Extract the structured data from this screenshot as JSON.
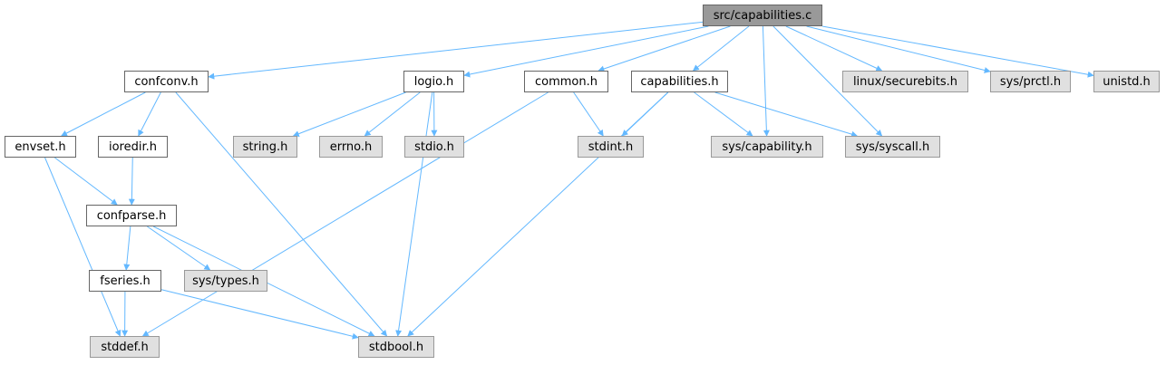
{
  "colors": {
    "edge": "#63b8ff",
    "root_fill": "#999999",
    "local_fill": "#ffffff",
    "system_fill": "#e0e0e0",
    "local_border": "#666666",
    "system_border": "#999999"
  },
  "nodes": {
    "root": "src/capabilities.c",
    "confconv": "confconv.h",
    "logio": "logio.h",
    "common": "common.h",
    "capabilities": "capabilities.h",
    "securebits": "linux/securebits.h",
    "prctl": "sys/prctl.h",
    "unistd": "unistd.h",
    "envset": "envset.h",
    "ioredir": "ioredir.h",
    "string": "string.h",
    "errno": "errno.h",
    "stdio": "stdio.h",
    "stdint": "stdint.h",
    "capability": "sys/capability.h",
    "syscall": "sys/syscall.h",
    "confparse": "confparse.h",
    "fseries": "fseries.h",
    "types": "sys/types.h",
    "stddef": "stddef.h",
    "stdbool": "stdbool.h"
  },
  "edges": [
    [
      "root",
      "confconv"
    ],
    [
      "root",
      "logio"
    ],
    [
      "root",
      "common"
    ],
    [
      "root",
      "capabilities"
    ],
    [
      "root",
      "capability"
    ],
    [
      "root",
      "syscall"
    ],
    [
      "root",
      "securebits"
    ],
    [
      "root",
      "prctl"
    ],
    [
      "root",
      "unistd"
    ],
    [
      "confconv",
      "envset"
    ],
    [
      "confconv",
      "ioredir"
    ],
    [
      "confconv",
      "stdbool"
    ],
    [
      "logio",
      "string"
    ],
    [
      "logio",
      "errno"
    ],
    [
      "logio",
      "stdio"
    ],
    [
      "logio",
      "stdbool"
    ],
    [
      "common",
      "stdint"
    ],
    [
      "common",
      "stddef"
    ],
    [
      "capabilities",
      "stdint"
    ],
    [
      "capabilities",
      "capability"
    ],
    [
      "capabilities",
      "syscall"
    ],
    [
      "capabilities",
      "stdbool"
    ],
    [
      "envset",
      "confparse"
    ],
    [
      "envset",
      "stddef"
    ],
    [
      "ioredir",
      "confparse"
    ],
    [
      "confparse",
      "fseries"
    ],
    [
      "confparse",
      "types"
    ],
    [
      "confparse",
      "stdbool"
    ],
    [
      "fseries",
      "stddef"
    ],
    [
      "fseries",
      "stdbool"
    ]
  ]
}
